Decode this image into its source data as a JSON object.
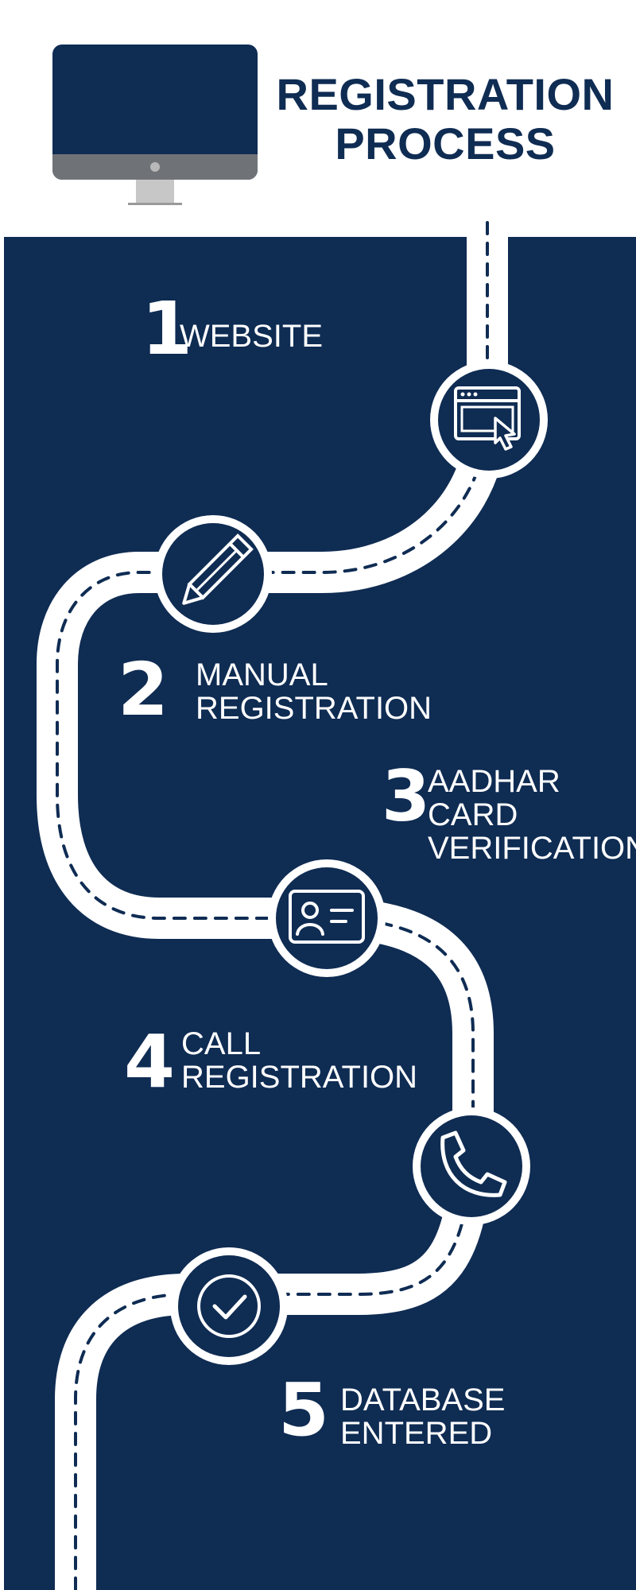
{
  "header": {
    "title_line1": "REGISTRATION",
    "title_line2": "PROCESS",
    "monitor_icon": "desktop-monitor-icon"
  },
  "colors": {
    "navy": "#0f2c53",
    "white": "#ffffff",
    "monitor_bezel": "#6f7377",
    "monitor_stand": "#c7c7c7"
  },
  "steps": [
    {
      "number": "1",
      "lines": [
        "WEBSITE"
      ],
      "icon": "browser-cursor-icon"
    },
    {
      "number": "2",
      "lines": [
        "MANUAL",
        "REGISTRATION"
      ],
      "icon": "pencil-icon"
    },
    {
      "number": "3",
      "lines": [
        "AADHAR",
        "CARD",
        "VERIFICATION"
      ],
      "icon": "id-card-icon"
    },
    {
      "number": "4",
      "lines": [
        "CALL",
        "REGISTRATION"
      ],
      "icon": "phone-icon"
    },
    {
      "number": "5",
      "lines": [
        "DATABASE",
        "ENTERED"
      ],
      "icon": "checkmark-icon"
    }
  ]
}
